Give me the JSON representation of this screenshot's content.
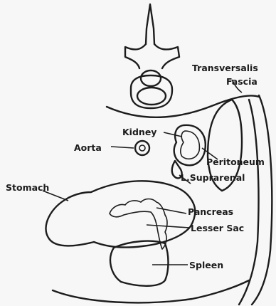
{
  "figure": {
    "labels": {
      "transversalis_line1": "Transversalis",
      "transversalis_line2": "Fascia",
      "kidney": "Kidney",
      "aorta": "Aorta",
      "peritoneum": "Peritoneum",
      "suprarenal": "L.Suprarenal",
      "stomach": "Stomach",
      "pancreas": "Pancreas",
      "lesser_sac": "Lesser Sac",
      "spleen": "Spleen"
    }
  }
}
